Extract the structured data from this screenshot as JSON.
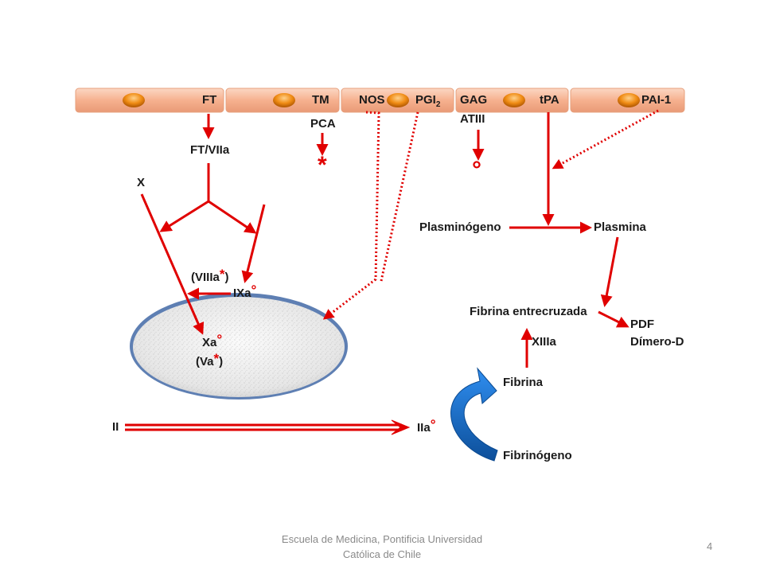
{
  "cells": {
    "ft": "FT",
    "tm": "TM",
    "nos": "NOS",
    "pgi": "PGI",
    "pgi_sub": "2",
    "gag": "GAG",
    "tpa": "tPA",
    "pai": "PAI-1"
  },
  "labels": {
    "pca": "PCA",
    "atiii": "ATIII",
    "ft_viia": "FT/VIIa",
    "x": "X",
    "viiia_open": "(VIIIa",
    "viiia_close": ")",
    "ixa": "IXa",
    "xa": "Xa",
    "va_open": "(Va",
    "va_close": ")",
    "ii": "II",
    "iia": "IIa",
    "plasminogeno": "Plasminógeno",
    "plasmina": "Plasmina",
    "fibrina_entrecruzada": "Fibrina entrecruzada",
    "pdf": "PDF",
    "dimero_d": "Dímero-D",
    "xiiia": "XIIIa",
    "fibrina": "Fibrina",
    "fibrinogeno": "Fibrinógeno"
  },
  "marks": {
    "asterisk": "*",
    "degree": "°"
  },
  "footer": {
    "line1": "Escuela de Medicina, Pontificia Universidad",
    "line2": "Católica de Chile",
    "page": "4"
  },
  "colors": {
    "arrow_red": "#e00000",
    "cell_fill": "#f6b99a",
    "nucleus": "#ee8a10",
    "curved_arrow_blue": "#1a6fd4",
    "platelet_border": "#6b8ec2"
  }
}
